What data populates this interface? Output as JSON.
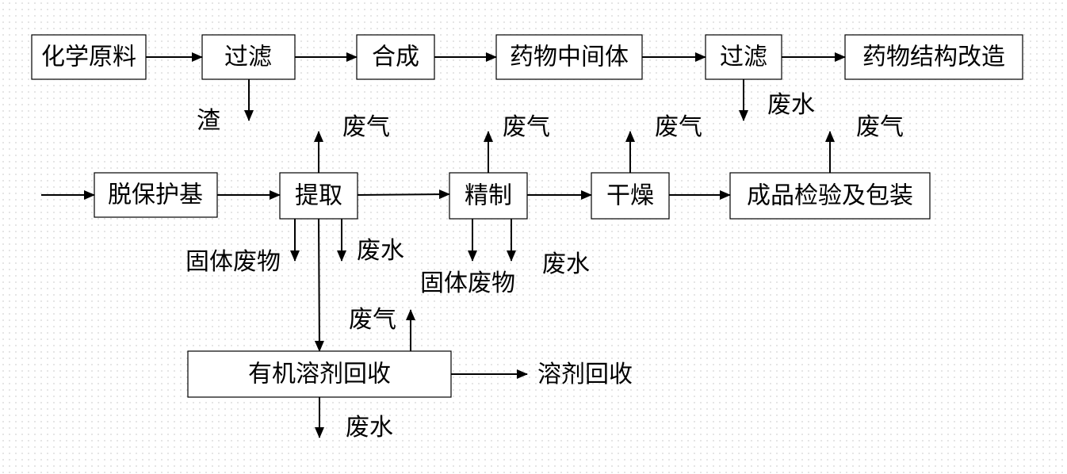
{
  "nodes": {
    "raw_materials": "化学原料",
    "filter_1": "过滤",
    "synthesis": "合成",
    "intermediate": "药物中间体",
    "filter_2": "过滤",
    "structure_mod": "药物结构改造",
    "deprotect": "脱保护基",
    "extraction": "提取",
    "refining": "精制",
    "drying": "干燥",
    "inspection_packaging": "成品检验及包装",
    "solvent_recovery_unit": "有机溶剂回收"
  },
  "outputs": {
    "residue": "渣",
    "wastewater_filter2": "废水",
    "waste_gas_extraction": "废气",
    "waste_gas_refining": "废气",
    "waste_gas_drying": "废气",
    "waste_gas_packaging": "废气",
    "solid_waste_extraction": "固体废物",
    "wastewater_extraction": "废水",
    "solid_waste_refining": "固体废物",
    "wastewater_refining": "废水",
    "waste_gas_recovery": "废气",
    "recovered_solvent": "溶剂回收",
    "wastewater_recovery": "废水"
  }
}
